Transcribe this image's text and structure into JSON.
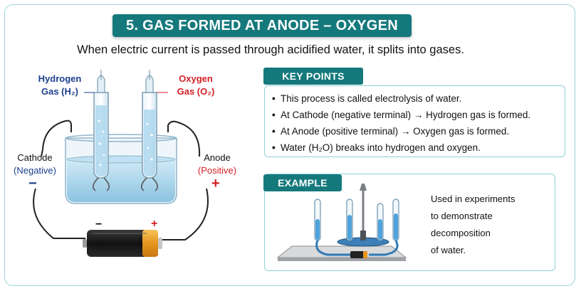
{
  "title": "5. GAS FORMED AT ANODE – OXYGEN",
  "subtitle": "When electric current is passed through acidified water, it splits into gases.",
  "diagram": {
    "hydrogen_label_line1": "Hydrogen",
    "hydrogen_label_line2": "Gas (H₂)",
    "oxygen_label_line1": "Oxygen",
    "oxygen_label_line2": "Gas (O₂)",
    "cathode_label": "Cathode",
    "cathode_polarity": "(Negative)",
    "anode_label": "Anode",
    "anode_polarity": "(Positive)",
    "minus_sign": "−",
    "plus_sign": "+",
    "battery_minus": "−",
    "battery_plus": "+"
  },
  "key_points": {
    "heading": "KEY POINTS",
    "bullet": "•",
    "items": [
      "This process is called electrolysis of water.",
      "At Cathode (negative terminal) → Hydrogen gas is formed.",
      "At Anode (positive terminal) → Oxygen gas is formed.",
      "Water (H₂O) breaks into hydrogen and oxygen."
    ]
  },
  "example": {
    "heading": "EXAMPLE",
    "lines": [
      "Used in experiments",
      "to demonstrate",
      "decomposition",
      "of water."
    ]
  },
  "colors": {
    "teal": "#15797c",
    "border": "#8fcfd3",
    "hydrogen_blue": "#1d3f8f",
    "oxygen_red": "#d32024",
    "water": "#9fd2ea"
  }
}
